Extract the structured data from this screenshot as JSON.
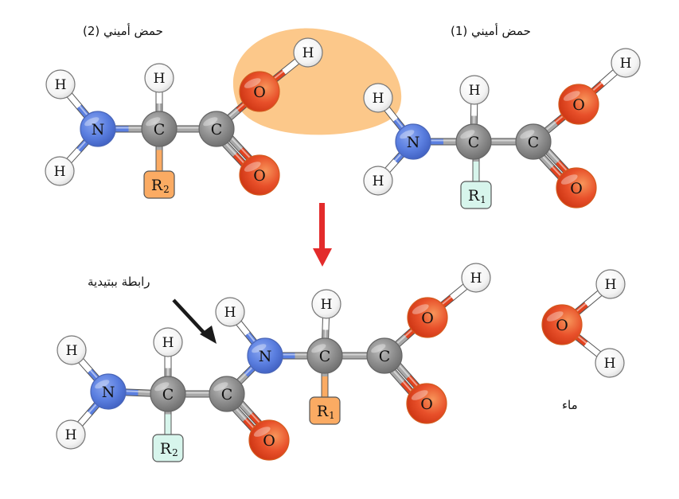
{
  "labels": {
    "amino_acid_2": "حمض أميني (2)",
    "amino_acid_1": "حمض أميني (1)",
    "peptide_bond": "رابطة ببتيدية",
    "water": "ماء"
  },
  "atoms": {
    "H": "H",
    "N": "N",
    "C": "C",
    "O": "O",
    "R1": "R",
    "R1_sub": "1",
    "R2": "R",
    "R2_sub": "2"
  },
  "colors": {
    "nitrogen": "#5b7fe0",
    "carbon": "#8e8e8e",
    "oxygen": "#e2421e",
    "hydrogen": "#f4f4f4",
    "r_orange": "#fbab63",
    "r_mint": "#d7f5ec",
    "highlight": "#fcc88a",
    "reaction_arrow": "#e32b2b",
    "pointer_arrow": "#1a1a1a"
  }
}
